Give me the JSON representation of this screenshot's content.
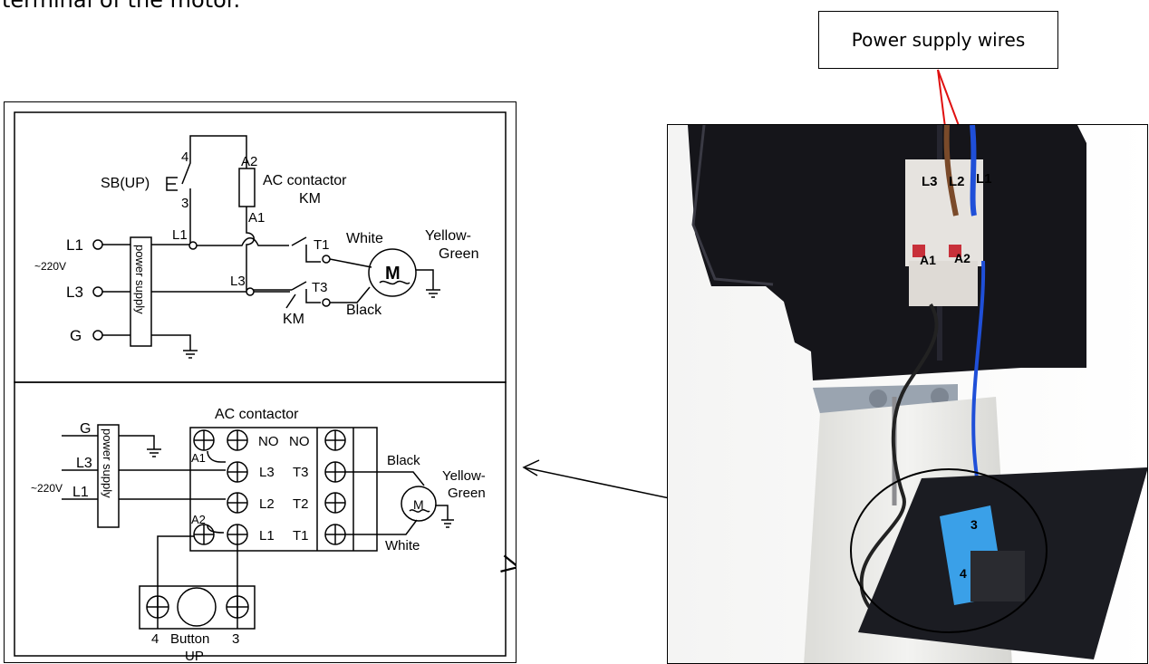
{
  "intro_text": "terminal of the motor.",
  "callout": {
    "label": "Power supply wires"
  },
  "schematic": {
    "sb_label": "SB(UP)",
    "pin_4": "4",
    "pin_3": "3",
    "a2": "A2",
    "a1": "A1",
    "contactor_title": "AC contactor",
    "contactor_name": "KM",
    "l1_left": "L1",
    "voltage": "~220V",
    "l3_left": "L3",
    "g_left": "G",
    "l1_mid": "L1",
    "l3_mid": "L3",
    "power_supply": "power supply",
    "t1": "T1",
    "t3": "T3",
    "white": "White",
    "black": "Black",
    "km_switch": "KM",
    "yellow": "Yellow-",
    "green": "Green",
    "motor": "M"
  },
  "wiring": {
    "title": "AC contactor",
    "g": "G",
    "l3": "L3",
    "voltage": "~220V",
    "l1": "L1",
    "power_supply": "power supply",
    "no_1": "NO",
    "no_2": "NO",
    "a1": "A1",
    "a2": "A2",
    "term_l3": "L3",
    "term_l2": "L2",
    "term_l1": "L1",
    "term_t3": "T3",
    "term_t2": "T2",
    "term_t1": "T1",
    "black": "Black",
    "white": "White",
    "yellow": "Yellow-",
    "green": "Green",
    "motor": "M",
    "btn_4": "4",
    "btn_label": "Button",
    "btn_3": "3",
    "btn_up": "UP"
  },
  "photo": {
    "l3": "L3",
    "l2": "L2",
    "l1": "L1",
    "a1": "A1",
    "a2": "A2",
    "btn_num_a": "4",
    "btn_num_b": "3"
  },
  "colors": {
    "arrow_red": "#e01010",
    "wire_blue": "#1f4fd8",
    "wire_brown": "#7a4a2a",
    "contactor_white": "#e6e3df",
    "enclosure_black": "#15151a",
    "switch_blue": "#3aa0e8",
    "tank_white": "#ececea"
  }
}
